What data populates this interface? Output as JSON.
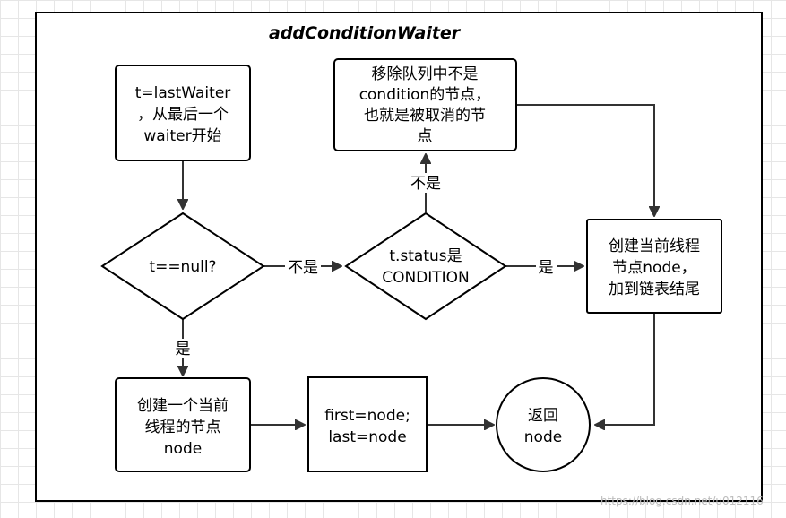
{
  "diagram": {
    "title": "addConditionWaiter",
    "nodes": {
      "start": [
        "t=lastWaiter",
        "，从最后一个",
        "waiter开始"
      ],
      "check_null": [
        "t==null?"
      ],
      "check_status": [
        "t.status是",
        "CONDITION"
      ],
      "remove": [
        "移除队列中不是",
        "condition的节点，",
        "也就是被取消的节",
        "点"
      ],
      "append": [
        "创建当前线程",
        "节点node，",
        "加到链表结尾"
      ],
      "create": [
        "创建一个当前",
        "线程的节点",
        "node"
      ],
      "assign": [
        "first=node;",
        "last=node"
      ],
      "return": [
        "返回",
        "node"
      ]
    },
    "edges": {
      "null_no": "不是",
      "null_yes": "是",
      "status_no": "不是",
      "status_yes": "是"
    }
  },
  "watermark": "https://blog.csdn.net/u012116"
}
